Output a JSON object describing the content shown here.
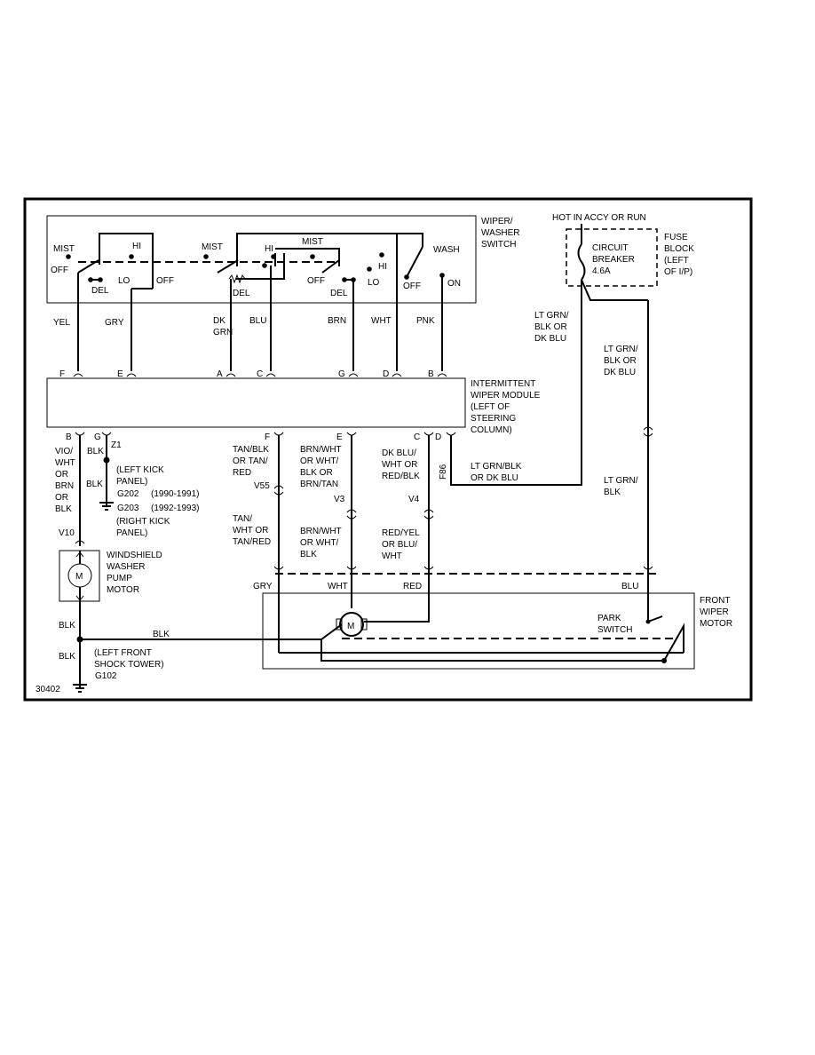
{
  "diagram_id": "30402",
  "switch": {
    "name": "WIPER/\nWASHER\nSWITCH",
    "labels": {
      "mist1": "MIST",
      "hi1": "HI",
      "off1": "OFF",
      "lo1": "LO",
      "del1": "DEL",
      "off_mid": "OFF",
      "mist2": "MIST",
      "hi2": "HI",
      "del2": "DEL",
      "mist3": "MIST",
      "off2": "OFF",
      "del3": "DEL",
      "hi3": "HI",
      "lo3": "LO",
      "wash": "WASH",
      "off3": "OFF",
      "on": "ON"
    }
  },
  "wires_top": [
    {
      "color": "YEL",
      "pin": "F"
    },
    {
      "color": "GRY",
      "pin": "E"
    },
    {
      "color": "DK\nGRN",
      "pin": "A"
    },
    {
      "color": "BLU",
      "pin": "C"
    },
    {
      "color": "BRN",
      "pin": "G"
    },
    {
      "color": "WHT",
      "pin": "D"
    },
    {
      "color": "PNK",
      "pin": "B"
    }
  ],
  "module": {
    "name": "INTERMITTENT\nWIPER MODULE\n(LEFT OF\nSTEERING\nCOLUMN)",
    "bottom_pins": [
      "B",
      "G",
      "F",
      "E",
      "C",
      "D"
    ]
  },
  "left_branch": {
    "wire_b": "VIO/\nWHT\nOR\nBRN\nOR\nBLK",
    "connector_v10": "V10",
    "wire_g1": "BLK",
    "splice_z1": "Z1",
    "loc_z1": "(LEFT KICK\nPANEL)",
    "wire_g2": "BLK",
    "ground_g202": "G202",
    "years_g202": "(1990-1991)",
    "ground_g203": "G203",
    "years_g203": "(1992-1993)",
    "loc_ground": "(RIGHT KICK\nPANEL)",
    "pump_name": "WINDSHIELD\nWASHER\nPUMP\nMOTOR",
    "motor_symbol": "M",
    "wire_blk1": "BLK",
    "wire_blk_h": "BLK",
    "wire_blk2": "BLK",
    "loc_shock": "(LEFT FRONT\nSHOCK TOWER)",
    "ground_g102": "G102"
  },
  "center_branch": {
    "wire_f_upper": "TAN/BLK\nOR TAN/\nRED",
    "connector_v55": "V55",
    "wire_f_lower": "TAN/\nWHT OR\nTAN/RED",
    "wire_e_upper": "BRN/WHT\nOR WHT/\nBLK OR\nBRN/TAN",
    "connector_v3": "V3",
    "wire_e_lower": "BRN/WHT\nOR WHT/\nBLK",
    "wire_c_upper": "DK BLU/\nWHT OR\nRED/BLK",
    "connector_v4": "V4",
    "wire_c_lower": "RED/YEL\nOR BLU/\nWHT",
    "connector_f86": "F86",
    "wire_d": "LT GRN/BLK\nOR DK BLU"
  },
  "fuse": {
    "hot": "HOT IN ACCY OR RUN",
    "name": "FUSE\nBLOCK\n(LEFT\nOF I/P)",
    "breaker": "CIRCUIT\nBREAKER\n4.6A",
    "wire_left": "LT GRN/\nBLK OR\nDK BLU",
    "wire_right_upper": "LT GRN/\nBLK OR\nDK BLU",
    "wire_right_lower": "LT GRN/\nBLK"
  },
  "motor": {
    "name": "FRONT\nWIPER\nMOTOR",
    "park_switch": "PARK\nSWITCH",
    "symbol": "M",
    "wires": {
      "gry": "GRY",
      "wht": "WHT",
      "red": "RED",
      "blu": "BLU"
    }
  }
}
